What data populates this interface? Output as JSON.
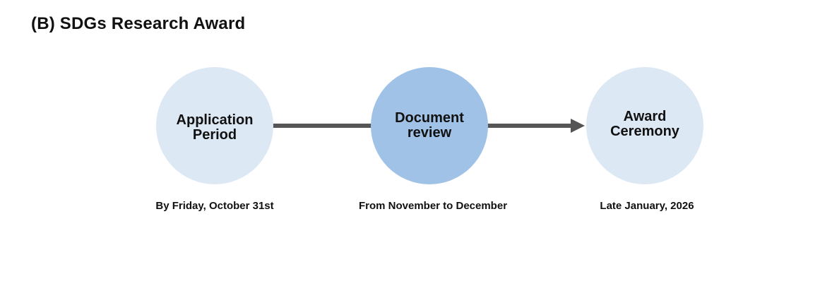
{
  "title": "(B) SDGs Research Award",
  "steps": [
    {
      "label_lines": [
        "Application",
        "Period"
      ],
      "caption": "By Friday, October 31st",
      "color": "#dde8f5"
    },
    {
      "label_lines": [
        "Document",
        "review"
      ],
      "caption": "From November to December",
      "color": "#9fc2e6"
    },
    {
      "label_lines": [
        "Award",
        "Ceremony"
      ],
      "caption": "Late January, 2026",
      "color": "#dde8f5"
    }
  ],
  "connector_color": "#555555"
}
